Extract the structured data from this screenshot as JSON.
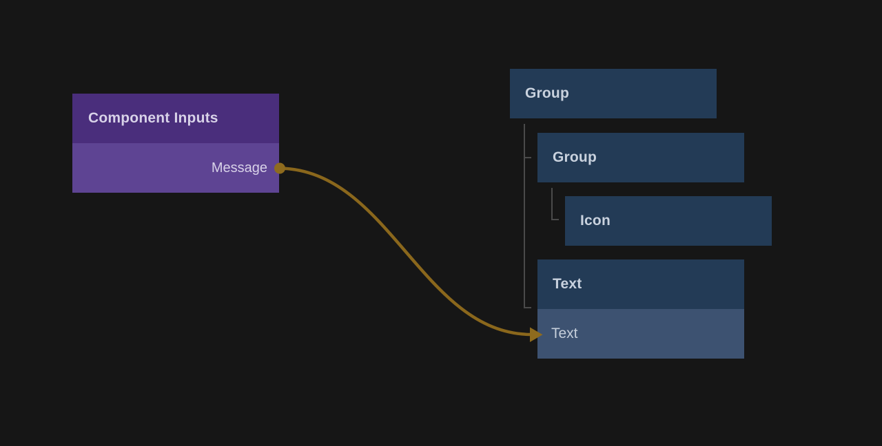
{
  "colors": {
    "canvas_bg": "#161616",
    "component_header_bg": "#4a2e7c",
    "component_row_bg": "#5e4493",
    "component_text": "#d8d2e8",
    "layer_box_bg": "#233b56",
    "layer_row_bg": "#3d5271",
    "layer_text": "#c9d2de",
    "layer_row_text": "#c6cfdb",
    "tree_line": "#4a4a4a",
    "wire": "#8a671c",
    "port": "#8e6b1e"
  },
  "component_node": {
    "title": "Component Inputs",
    "ports": [
      {
        "label": "Message"
      }
    ]
  },
  "layer_tree": {
    "nodes": [
      {
        "label": "Group",
        "depth": 0
      },
      {
        "label": "Group",
        "depth": 1
      },
      {
        "label": "Icon",
        "depth": 2
      },
      {
        "label": "Text",
        "depth": 1
      }
    ],
    "text_node_input_row": {
      "label": "Text"
    }
  }
}
